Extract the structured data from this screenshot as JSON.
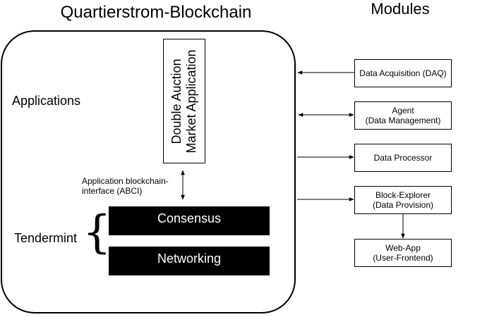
{
  "titles": {
    "blockchain": "Quartierstrom-Blockchain",
    "modules": "Modules"
  },
  "layers": {
    "applications": "Applications",
    "tendermint": "Tendermint"
  },
  "app": {
    "line1": "Double Auction",
    "line2": "Market Application"
  },
  "abci": {
    "line1": "Application blockchain-",
    "line2": "interface (ABCI)"
  },
  "tendermint_components": {
    "consensus": "Consensus",
    "networking": "Networking"
  },
  "modules": [
    {
      "line1": "Data Acquisition (DAQ)",
      "line2": ""
    },
    {
      "line1": "Agent",
      "line2": "(Data Management)"
    },
    {
      "line1": "Data Processor",
      "line2": ""
    },
    {
      "line1": "Block-Explorer",
      "line2": "(Data Provision)"
    },
    {
      "line1": "Web-App",
      "line2": "(User-Frontend)"
    }
  ]
}
